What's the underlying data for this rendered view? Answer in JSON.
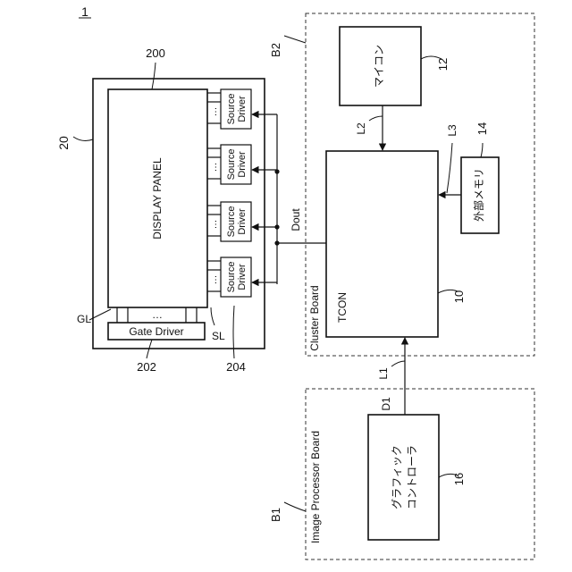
{
  "figure_number": "1",
  "boards": {
    "cluster": {
      "ref": "B2",
      "label": "Cluster Board"
    },
    "image_processor": {
      "ref": "B1",
      "label": "Image Processor Board"
    }
  },
  "blocks": {
    "microcomputer": {
      "label": "マイコン",
      "ref": "12"
    },
    "tcon": {
      "label": "TCON",
      "ref": "10"
    },
    "external_memory": {
      "label": "外部メモリ",
      "ref": "14"
    },
    "graphic_controller": {
      "line1": "グラフィック",
      "line2": "コントローラ",
      "ref": "16"
    },
    "display_module": {
      "ref": "20"
    },
    "display_panel": {
      "label": "DISPLAY PANEL",
      "ref": "200"
    },
    "gate_driver": {
      "label": "Gate Driver",
      "ref": "202"
    },
    "source_driver": {
      "line1": "Source",
      "line2": "Driver",
      "ref": "204"
    }
  },
  "signals": {
    "l1": "L1",
    "l2": "L2",
    "l3": "L3",
    "d1": "D1",
    "dout": "Dout",
    "gl": "GL",
    "sl": "SL"
  },
  "ellipsis": "…"
}
